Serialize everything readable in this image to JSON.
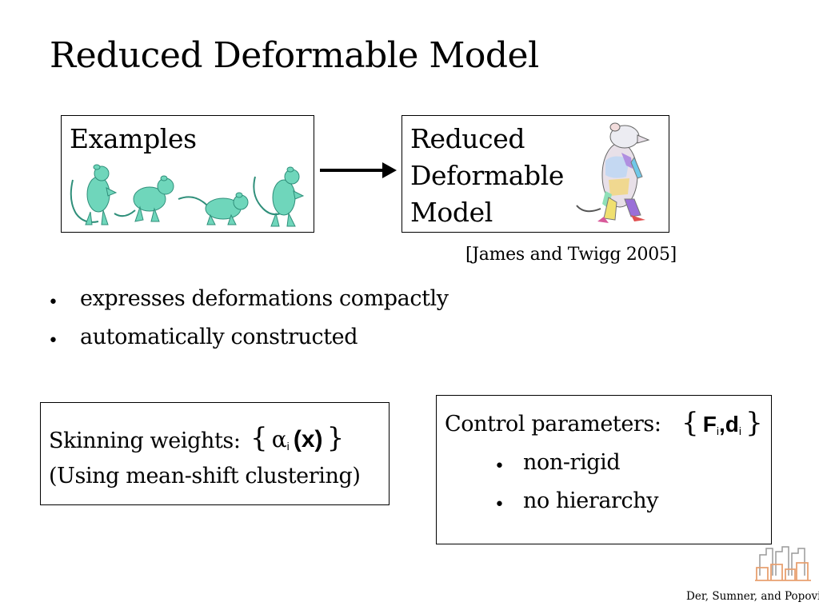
{
  "slide": {
    "title": "Reduced Deformable Model"
  },
  "examples": {
    "label": "Examples"
  },
  "reduced_model": {
    "lines": [
      "Reduced",
      "Deformable",
      "Model"
    ],
    "citation": "[James and Twigg 2005]"
  },
  "bullets": [
    "expresses deformations compactly",
    "automatically constructed"
  ],
  "skinning": {
    "label": "Skinning weights:",
    "subtext": "(Using mean-shift clustering)",
    "math": {
      "open": "{",
      "alpha": "α",
      "sub": "i",
      "arg": "(x)",
      "close": "}"
    }
  },
  "control": {
    "label": "Control parameters:",
    "math": {
      "open": "{",
      "F": "F",
      "Fsub": "i",
      "comma": ",",
      "d": "d",
      "dsub": "i",
      "close": "}"
    },
    "bullets": [
      "non-rigid",
      "no hierarchy"
    ]
  },
  "footer": {
    "authors": "Der, Sumner, and Popović"
  },
  "colors": {
    "rat": "#6fd6bb",
    "rat_outline": "#2f8f7a",
    "logo": "#e8a070"
  },
  "icons": [
    "right-arrow-icon",
    "rat-figure-icon",
    "segmented-rat-figure-icon",
    "city-buildings-logo-icon"
  ]
}
